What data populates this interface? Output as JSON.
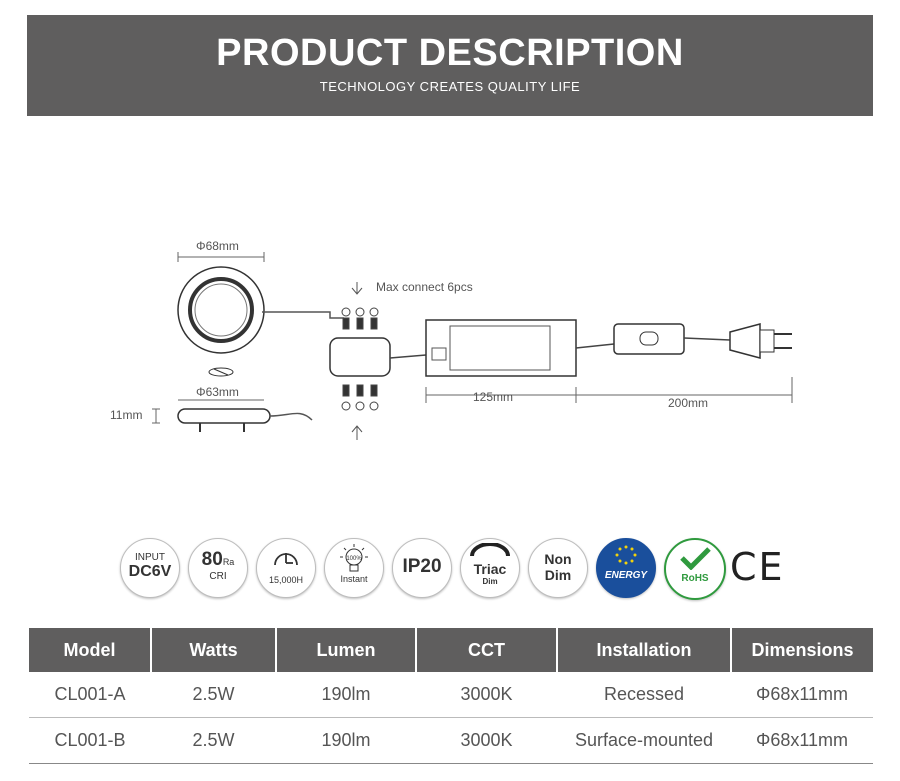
{
  "header": {
    "title": "PRODUCT DESCRIPTION",
    "subtitle": "TECHNOLOGY CREATES QUALITY LIFE"
  },
  "diagram": {
    "diameter_top": "Φ68mm",
    "diameter_cut": "Φ63mm",
    "height": "11mm",
    "max_connect": "Max connect 6pcs",
    "driver_length": "125mm",
    "cable_length": "200mm"
  },
  "badges": {
    "input_label": "INPUT",
    "input_value": "DC6V",
    "cri_value": "80",
    "cri_unit": "Ra",
    "cri_label": "CRI",
    "lifetime": "15,000H",
    "instant_pct": "100%",
    "instant_label": "Instant",
    "ip": "IP20",
    "triac": "Triac",
    "triac_sub": "Dim",
    "nondim_1": "Non",
    "nondim_2": "Dim",
    "energy": "ENERGY",
    "rohs": "RoHS",
    "ce": "CE",
    "icons": [
      "input-icon",
      "cri-icon",
      "clock-icon",
      "bulb-icon",
      "ip20-icon",
      "triac-dim-icon",
      "non-dim-icon",
      "energy-icon",
      "rohs-icon",
      "ce-icon"
    ]
  },
  "table": {
    "headers": [
      "Model",
      "Watts",
      "Lumen",
      "CCT",
      "Installation",
      "Dimensions"
    ],
    "rows": [
      [
        "CL001-A",
        "2.5W",
        "190lm",
        "3000K",
        "Recessed",
        "Φ68x11mm"
      ],
      [
        "CL001-B",
        "2.5W",
        "190lm",
        "3000K",
        "Surface-mounted",
        "Φ68x11mm"
      ]
    ]
  },
  "colors": {
    "banner": "#5f5e5e",
    "energy_blue": "#1a4f9c",
    "rohs_green": "#2f9a3e"
  }
}
